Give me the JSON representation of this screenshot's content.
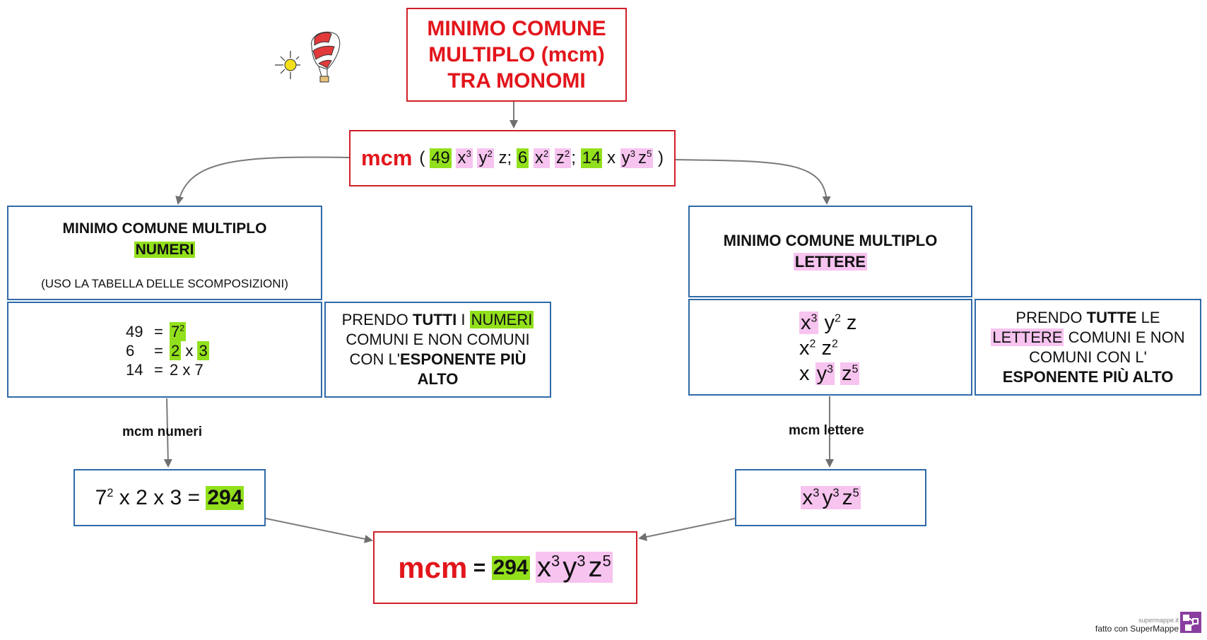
{
  "title": {
    "line1": "MINIMO  COMUNE",
    "line2": "MULTIPLO (mcm)",
    "line3": "TRA  MONOMI"
  },
  "expression": {
    "mcm": "mcm",
    "open": "(",
    "close": ")",
    "m1": {
      "coef": "49",
      "x": "x",
      "x_exp": "3",
      "y": "y",
      "y_exp": "2",
      "z": "z"
    },
    "sep": ";",
    "m2": {
      "coef": "6",
      "x": "x",
      "x_exp": "2",
      "z": "z",
      "z_exp": "2"
    },
    "m3": {
      "coef": "14",
      "x": "x",
      "y": "y",
      "y_exp": "3",
      "z": "z",
      "z_exp": "5"
    }
  },
  "numbers": {
    "title_line1": "MINIMO  COMUNE  MULTIPLO",
    "title_highlight": "NUMERI",
    "note": "(USO  LA  TABELLA  DELLE   SCOMPOSIZIONI)",
    "rows": [
      {
        "n": "49",
        "eq": "=",
        "parts": [
          {
            "b": "7",
            "e": "2",
            "hl": true
          }
        ]
      },
      {
        "n": "6",
        "eq": "=",
        "parts": [
          {
            "b": "2",
            "hl": true
          },
          {
            "op": "x"
          },
          {
            "b": "3",
            "hl": true
          }
        ]
      },
      {
        "n": "14",
        "eq": "=",
        "parts": [
          {
            "b": "2"
          },
          {
            "op": "x"
          },
          {
            "b": "7"
          }
        ]
      }
    ],
    "rule_pre": "PRENDO",
    "rule_bold1": "TUTTI",
    "rule_mid": "I",
    "rule_hl": "NUMERI",
    "rule_line2": "COMUNI E NON COMUNI",
    "rule_line3_pre": "CON L'",
    "rule_line3_bold": "ESPONENTE PIÙ",
    "rule_line4_bold": "ALTO",
    "edge_label": "mcm  numeri",
    "result_base": "7",
    "result_exp": "2",
    "result_rest": "x 2 x 3 =",
    "result_value": "294"
  },
  "letters": {
    "title_line1": "MINIMO  COMUNE  MULTIPLO",
    "title_highlight": "LETTERE",
    "rows": [
      [
        {
          "b": "x",
          "e": "3",
          "hl": true
        },
        {
          "b": "y",
          "e": "2"
        },
        {
          "b": "z"
        }
      ],
      [
        {
          "b": "x",
          "e": "2"
        },
        {
          "b": "z",
          "e": "2"
        }
      ],
      [
        {
          "b": "x"
        },
        {
          "b": "y",
          "e": "3",
          "hl": true
        },
        {
          "b": "z",
          "e": "5",
          "hl": true
        }
      ]
    ],
    "rule_pre": "PRENDO",
    "rule_bold1": "TUTTE",
    "rule_after": "LE",
    "rule_hl": "LETTERE",
    "rule_line2_rest": "COMUNI E NON",
    "rule_line3": "COMUNI CON L'",
    "rule_line4_bold": "ESPONENTE PIÙ ALTO",
    "edge_label": "mcm  lettere",
    "result": [
      {
        "b": "x",
        "e": "3"
      },
      {
        "b": "y",
        "e": "3"
      },
      {
        "b": "z",
        "e": "5"
      }
    ]
  },
  "final": {
    "mcm": "mcm",
    "eq": "=",
    "number": "294",
    "letters": [
      {
        "b": "x",
        "e": "3"
      },
      {
        "b": "y",
        "e": "3"
      },
      {
        "b": "z",
        "e": "5"
      }
    ]
  },
  "footer": {
    "small": "supermappe.it",
    "text": "fatto con SuperMappe"
  },
  "colors": {
    "red_border": "#d0202a",
    "blue_border": "#2f6aa8",
    "green_hl": "#92e01c",
    "pink_hl": "#f7c3ef",
    "red_text": "#e2161c"
  }
}
